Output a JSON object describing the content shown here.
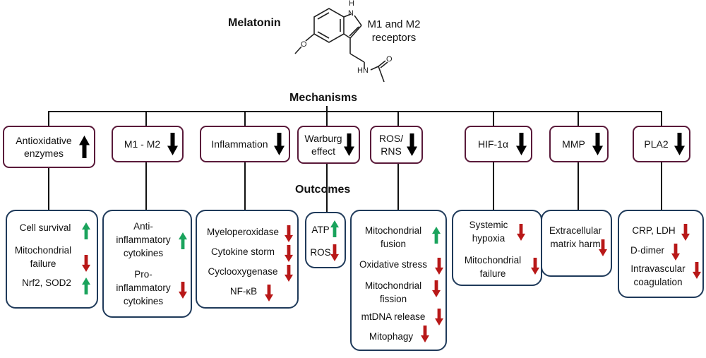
{
  "header": {
    "melatonin_label": "Melatonin",
    "receptors_label_line1": "M1 and M2",
    "receptors_label_line2": "receptors",
    "mechanisms_label": "Mechanisms",
    "outcomes_label": "Outcomes",
    "structure_atoms": {
      "nh": "H",
      "n": "N",
      "o": "O",
      "hn": "HN",
      "o2": "O"
    }
  },
  "mechanisms": [
    {
      "line1": "Antioxidative",
      "line2": "enzymes",
      "direction": "up"
    },
    {
      "line1": "M1 - M2",
      "line2": "",
      "direction": "down"
    },
    {
      "line1": "Inflammation",
      "line2": "",
      "direction": "down"
    },
    {
      "line1": "Warburg",
      "line2": "effect",
      "direction": "down"
    },
    {
      "line1": "ROS/",
      "line2": "RNS",
      "direction": "down"
    },
    {
      "line1": "HIF-1α",
      "line2": "",
      "direction": "down"
    },
    {
      "line1": "MMP",
      "line2": "",
      "direction": "down"
    },
    {
      "line1": "PLA2",
      "line2": "",
      "direction": "down"
    }
  ],
  "outcomes": [
    {
      "items": [
        {
          "text": "Cell survival",
          "direction": "up"
        },
        {
          "text": "Mitochondrial failure",
          "direction": "down"
        },
        {
          "text": "Nrf2, SOD2",
          "direction": "up"
        }
      ]
    },
    {
      "items": [
        {
          "text": "Anti-inflammatory cytokines",
          "direction": "up"
        },
        {
          "text": "Pro-inflammatory cytokines",
          "direction": "down"
        }
      ]
    },
    {
      "items": [
        {
          "text": "Myeloperoxidase",
          "direction": "down"
        },
        {
          "text": "Cytokine storm",
          "direction": "down"
        },
        {
          "text": "Cyclooxygenase",
          "direction": "down"
        },
        {
          "text": "NF-κB",
          "direction": "down"
        }
      ]
    },
    {
      "items": [
        {
          "text": "ATP",
          "direction": "up"
        },
        {
          "text": "ROS",
          "direction": "down"
        }
      ]
    },
    {
      "items": [
        {
          "text": "Mitochondrial fusion",
          "direction": "up"
        },
        {
          "text": "Oxidative stress",
          "direction": "down"
        },
        {
          "text": "Mitochondrial fission",
          "direction": "down"
        },
        {
          "text": "mtDNA release",
          "direction": "down"
        },
        {
          "text": "Mitophagy",
          "direction": "down"
        }
      ]
    },
    {
      "items": [
        {
          "text": "Systemic hypoxia",
          "direction": "down"
        },
        {
          "text": "Mitochondrial failure",
          "direction": "down"
        }
      ]
    },
    {
      "items": [
        {
          "text": "Extracellular matrix harm",
          "direction": "down"
        }
      ]
    },
    {
      "items": [
        {
          "text": "CRP, LDH",
          "direction": "down"
        },
        {
          "text": "D-dimer",
          "direction": "down"
        },
        {
          "text": "Intravascular coagulation",
          "direction": "down"
        }
      ]
    }
  ],
  "colors": {
    "mechanism_border": "#5a1a3a",
    "outcome_border": "#1f3a5a",
    "arrow_black": "#000000",
    "arrow_up_green": "#1aa35c",
    "arrow_down_red": "#b81818"
  }
}
